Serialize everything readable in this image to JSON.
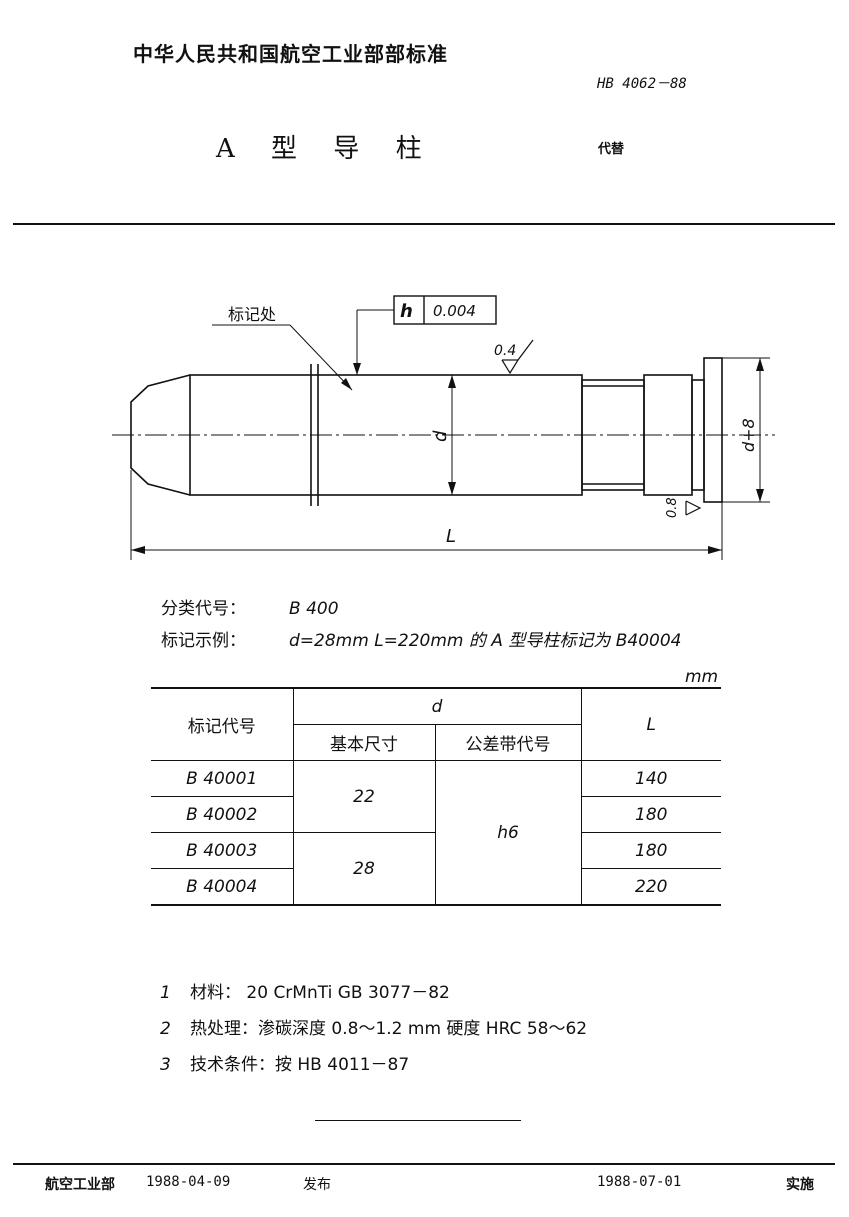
{
  "header": {
    "organization": "中华人民共和国航空工业部部标准",
    "standard_no": "HB 4062－88",
    "title": "A 型 导 柱",
    "replaces": "代替"
  },
  "drawing": {
    "mark_location": "标记处",
    "tolerance_value": "0.004",
    "roughness_top": "0.4",
    "roughness_bottom": "0.8",
    "dim_d": "d",
    "dim_d_plus": "d+8",
    "dim_L": "L"
  },
  "classification": {
    "label": "分类代号：",
    "value": "B 400"
  },
  "marking_example": {
    "label": "标记示例：",
    "value": "d=28mm L=220mm 的 A 型导柱标记为 B40004"
  },
  "unit": "mm",
  "table": {
    "col_code": "标记代号",
    "col_d": "d",
    "col_basic": "基本尺寸",
    "col_tol": "公差带代号",
    "col_L": "L",
    "rows": [
      {
        "code": "B 40001",
        "L": "140"
      },
      {
        "code": "B 40002",
        "L": "180"
      },
      {
        "code": "B 40003",
        "L": "180"
      },
      {
        "code": "B 40004",
        "L": "220"
      }
    ],
    "basic_1": "22",
    "basic_2": "28",
    "tol": "h6"
  },
  "notes": [
    {
      "num": "1",
      "text": "材料： 20 CrMnTi  GB 3077－82"
    },
    {
      "num": "2",
      "text": "热处理：渗碳深度 0.8～1.2 mm  硬度 HRC 58～62"
    },
    {
      "num": "3",
      "text": "技术条件：按 HB 4011－87"
    }
  ],
  "footer": {
    "issuer": "航空工业部",
    "issue_date": "1988-04-09",
    "issued": "发布",
    "effective_date": "1988-07-01",
    "effective": "实施"
  }
}
